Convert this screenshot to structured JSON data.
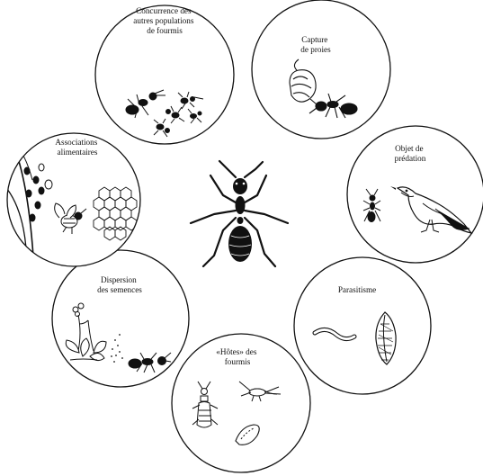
{
  "center": {
    "icon": "ant-icon"
  },
  "bubbles": [
    {
      "id": "competition",
      "lines": [
        "Concurrence des",
        "autres populations",
        "de fourmis"
      ],
      "icon": "ants-group-icon"
    },
    {
      "id": "prey",
      "lines": [
        "Capture",
        "de proies"
      ],
      "icon": "ant-catching-larva-icon"
    },
    {
      "id": "predation",
      "lines": [
        "Objet de",
        "prédation"
      ],
      "icon": "bird-and-ant-icon"
    },
    {
      "id": "parasitism",
      "lines": [
        "Parasitisme"
      ],
      "icon": "worm-and-parasite-icon"
    },
    {
      "id": "hosts",
      "lines": [
        "«Hôtes» des",
        "fourmis"
      ],
      "icon": "insect-guests-icon"
    },
    {
      "id": "seeds",
      "lines": [
        "Dispersion",
        "des semences"
      ],
      "icon": "plant-and-ant-icon"
    },
    {
      "id": "food",
      "lines": [
        "Associations",
        "alimentaires"
      ],
      "icon": "aphids-bee-honeycomb-icon"
    }
  ],
  "colors": {
    "ink": "#111111",
    "paper": "#ffffff"
  }
}
